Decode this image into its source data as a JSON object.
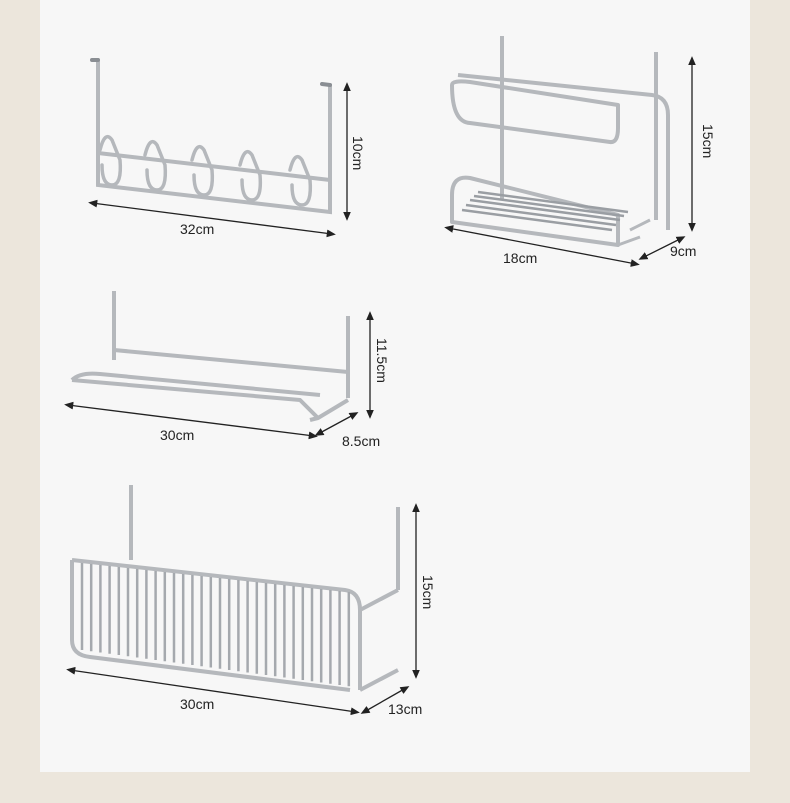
{
  "products": [
    {
      "name": "hook-rack",
      "dims": {
        "width": "32cm",
        "height": "10cm"
      }
    },
    {
      "name": "two-tier-shelf",
      "dims": {
        "width": "18cm",
        "depth": "9cm",
        "height": "15cm"
      }
    },
    {
      "name": "towel-bar",
      "dims": {
        "width": "30cm",
        "depth": "8.5cm",
        "height": "11.5cm"
      }
    },
    {
      "name": "wire-basket",
      "dims": {
        "width": "30cm",
        "depth": "13cm",
        "height": "15cm"
      }
    }
  ],
  "colors": {
    "background": "#ece6dc",
    "panel": "#f7f7f7",
    "metal": "#b9bcc0",
    "metal_dark": "#7d8186",
    "dimension": "#222222"
  }
}
